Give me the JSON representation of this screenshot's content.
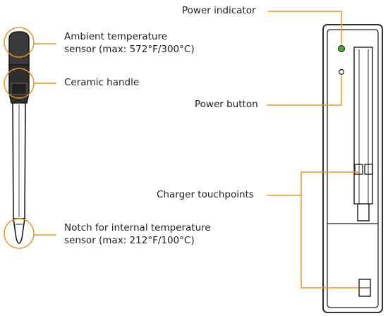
{
  "labels": {
    "power_indicator": "Power indicator",
    "power_button": "Power button",
    "charger_touchpoints": "Charger touchpoints",
    "ambient_line1": "Ambient temperature",
    "ambient_line2": "sensor (max: 572°F/300°C)",
    "ceramic_handle": "Ceramic handle",
    "notch_line1": "Notch for internal temperature",
    "notch_line2": "sensor (max: 212°F/100°C)"
  },
  "colors": {
    "callout": "#E8971E",
    "outline": "#1a1a1a",
    "indicator_led": "#3FA535",
    "text": "#1f1f1f"
  }
}
